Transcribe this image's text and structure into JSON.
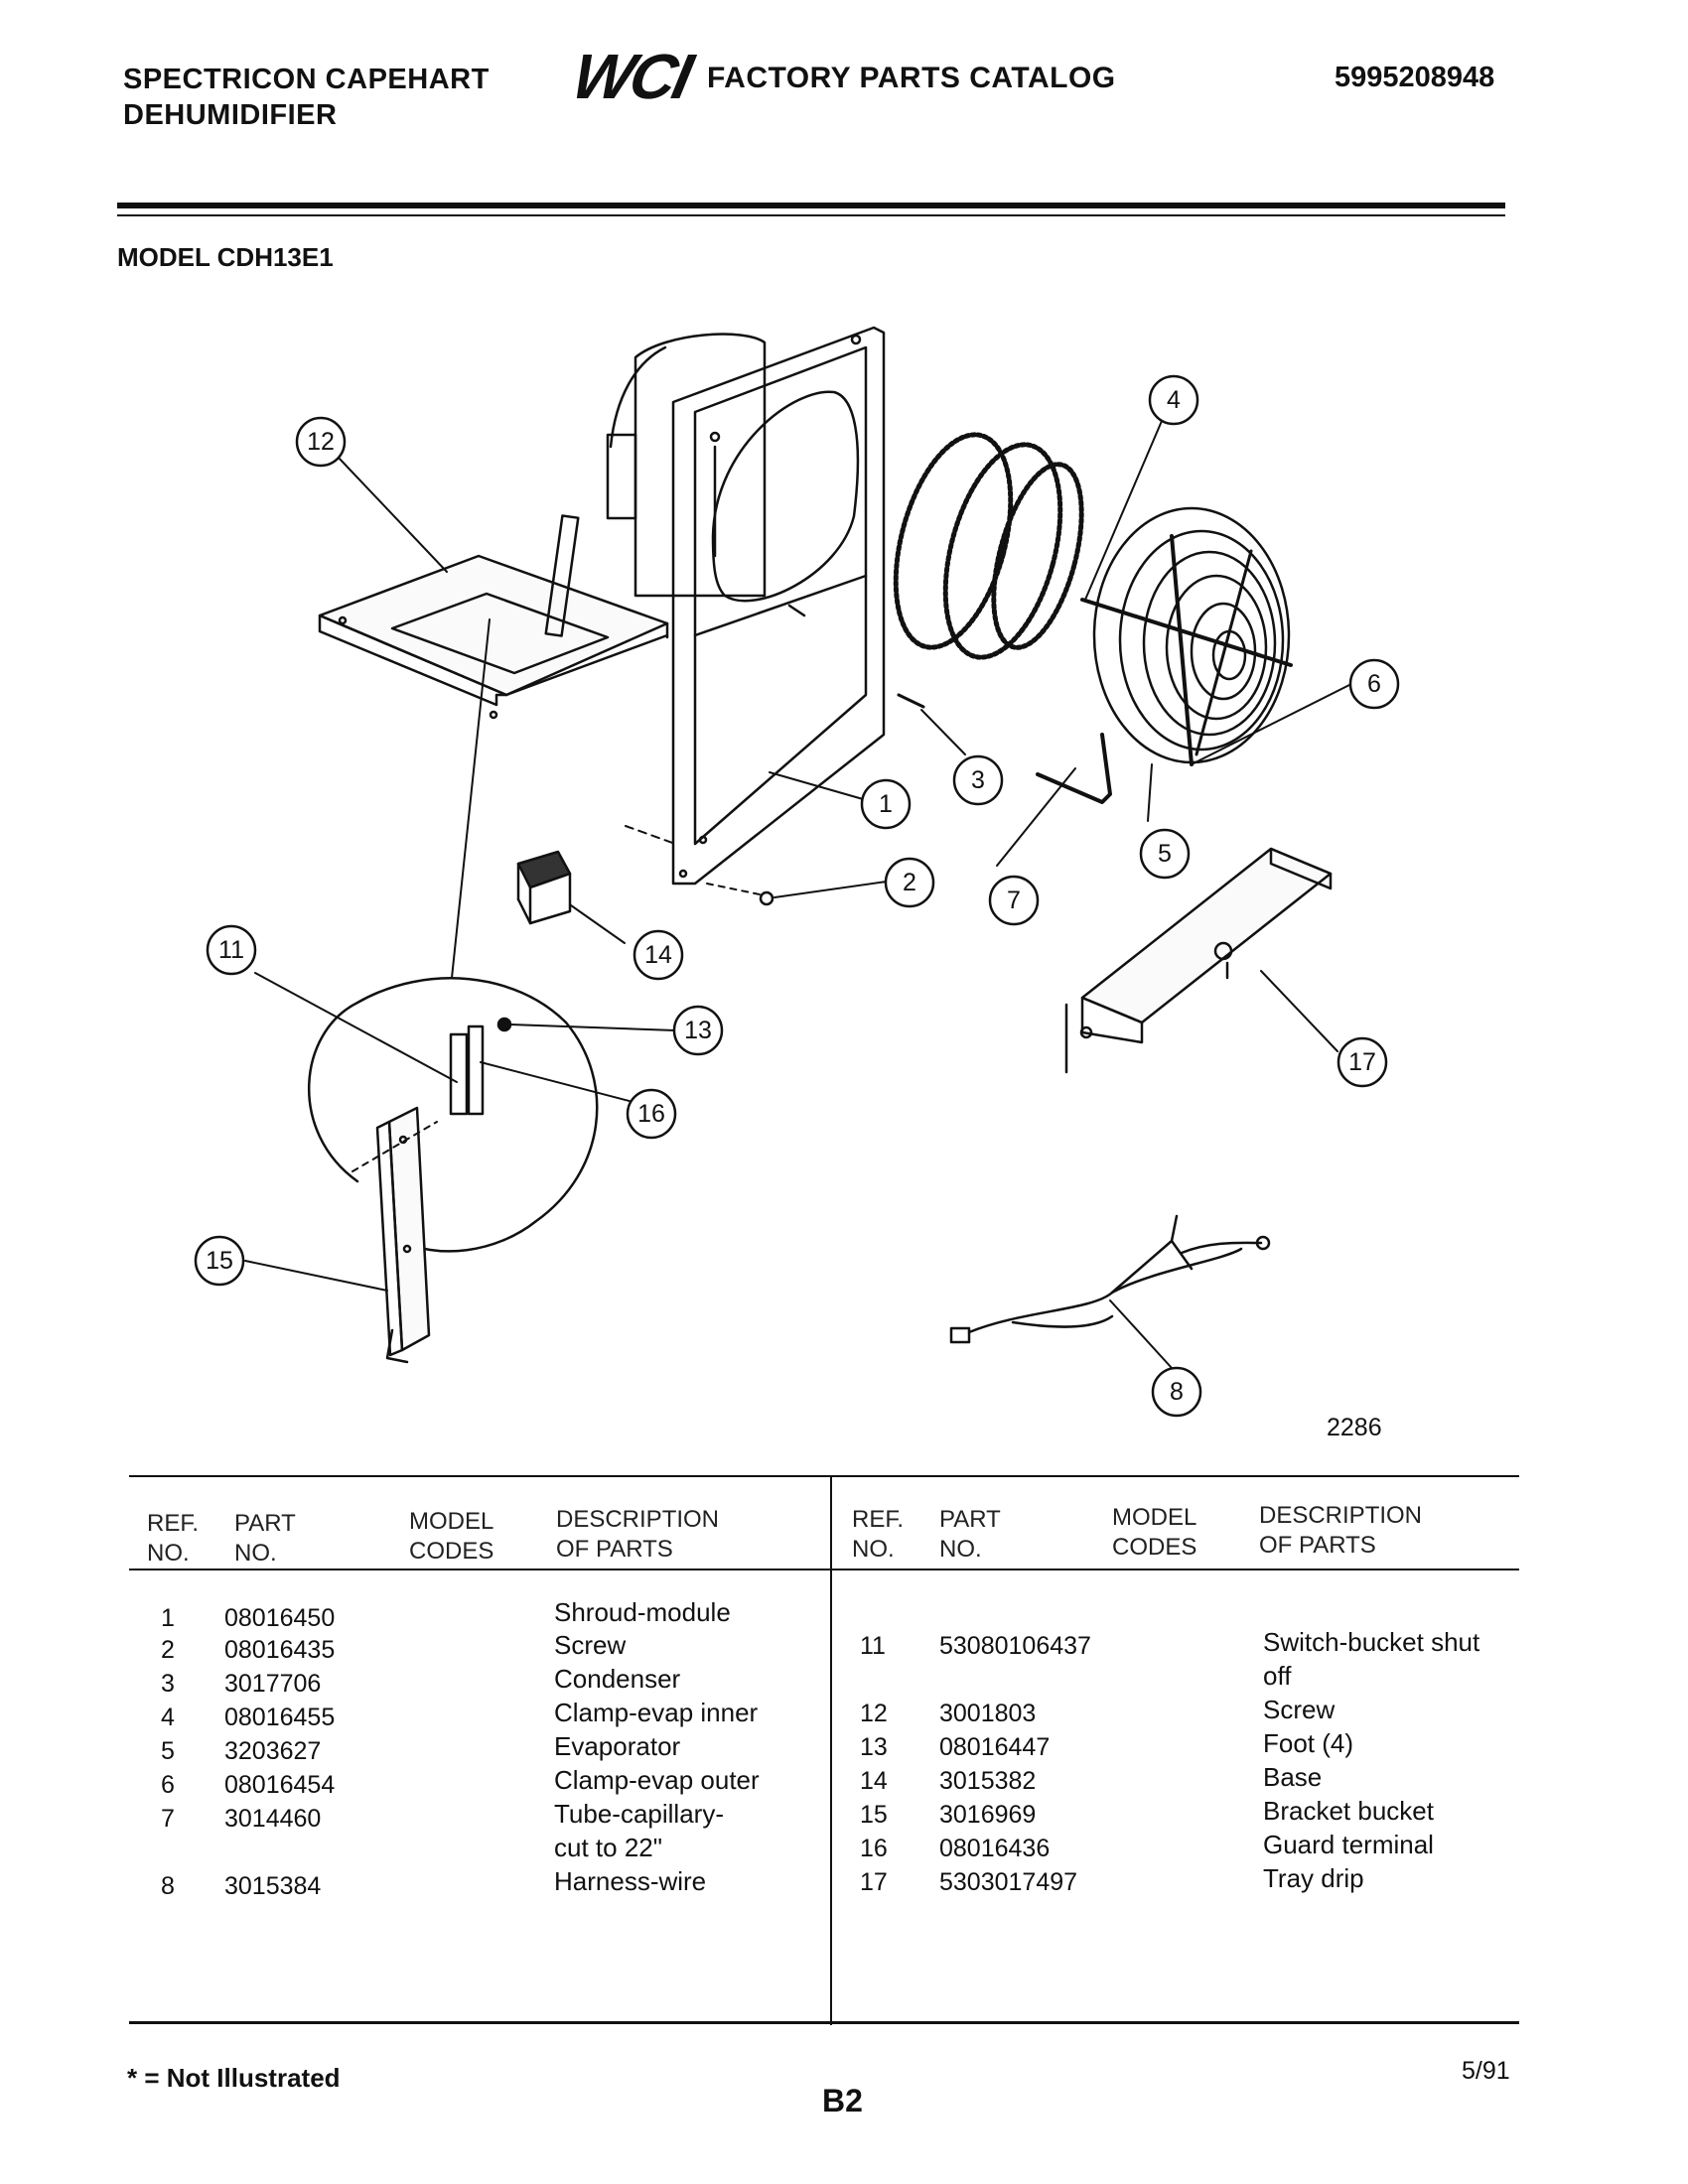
{
  "header": {
    "brand_line1": "SPECTRICON CAPEHART",
    "brand_line2": "DEHUMIDIFIER",
    "logo_text": "WCI",
    "catalog_title": "FACTORY PARTS CATALOG",
    "catalog_number": "5995208948"
  },
  "model_label": "MODEL CDH13E1",
  "diagram": {
    "code": "2286",
    "callouts": [
      "1",
      "2",
      "3",
      "4",
      "5",
      "6",
      "7",
      "8",
      "11",
      "12",
      "13",
      "14",
      "15",
      "16",
      "17"
    ]
  },
  "table": {
    "headers": {
      "ref": [
        "REF.",
        "NO."
      ],
      "part": [
        "PART",
        "NO."
      ],
      "model": [
        "MODEL",
        "CODES"
      ],
      "desc": [
        "DESCRIPTION",
        "OF PARTS"
      ]
    },
    "left_rows": [
      {
        "ref": "1",
        "part": "08016450",
        "desc": "Shroud-module"
      },
      {
        "ref": "2",
        "part": "08016435",
        "desc": "Screw"
      },
      {
        "ref": "3",
        "part": "3017706",
        "desc": "Condenser"
      },
      {
        "ref": "4",
        "part": "08016455",
        "desc": "Clamp-evap inner"
      },
      {
        "ref": "5",
        "part": "3203627",
        "desc": "Evaporator"
      },
      {
        "ref": "6",
        "part": "08016454",
        "desc": "Clamp-evap outer"
      },
      {
        "ref": "7",
        "part": "3014460",
        "desc": "Tube-capillary-",
        "desc2": "cut to 22\""
      },
      {
        "ref": "8",
        "part": "3015384",
        "desc": "Harness-wire"
      }
    ],
    "right_rows": [
      {
        "ref": "11",
        "part": "53080106437",
        "desc": "Switch-bucket shut",
        "desc2": "off"
      },
      {
        "ref": "12",
        "part": "3001803",
        "desc": "Screw"
      },
      {
        "ref": "13",
        "part": "08016447",
        "desc": "Foot (4)"
      },
      {
        "ref": "14",
        "part": "3015382",
        "desc": "Base"
      },
      {
        "ref": "15",
        "part": "3016969",
        "desc": "Bracket bucket"
      },
      {
        "ref": "16",
        "part": "08016436",
        "desc": "Guard terminal"
      },
      {
        "ref": "17",
        "part": "5303017497",
        "desc": "Tray drip"
      }
    ]
  },
  "footer": {
    "footnote": "* = Not Illustrated",
    "page_number": "B2",
    "date": "5/91"
  }
}
